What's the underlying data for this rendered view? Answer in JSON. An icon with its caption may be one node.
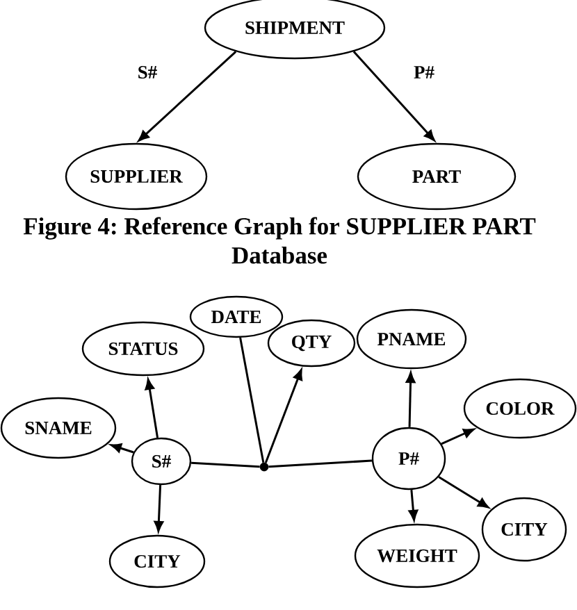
{
  "diagram": {
    "caption": "Figure 4: Reference Graph for SUPPLIER PART Database",
    "nodes": [
      {
        "text": [
          "SHIPMENT"
        ]
      },
      {
        "text": [
          "SUPPLIER"
        ]
      },
      {
        "text": [
          "PART"
        ]
      },
      {
        "text": [
          "STATUS"
        ]
      },
      {
        "text": [
          "DATE"
        ]
      },
      {
        "text": [
          "QTY"
        ]
      },
      {
        "text": [
          "PNAME"
        ]
      },
      {
        "text": [
          "SNAME"
        ]
      },
      {
        "text": [
          "COLOR"
        ]
      },
      {
        "text": [
          "S#"
        ]
      },
      {
        "text": [],
        "shape": "circle"
      },
      {
        "text": [
          "P#"
        ]
      },
      {
        "text": [
          "CITY"
        ]
      },
      {
        "text": [
          "CITY"
        ]
      },
      {
        "text": [
          "WEIGHT"
        ]
      }
    ],
    "edges": [
      {
        "from": 0,
        "to": 1,
        "arrow": "to",
        "label": "S#"
      },
      {
        "from": 0,
        "to": 2,
        "arrow": "to",
        "label": "P#"
      },
      {
        "from": 9,
        "to": 7,
        "arrow": "to"
      },
      {
        "from": 9,
        "to": 3,
        "arrow": "to"
      },
      {
        "from": 9,
        "to": 12,
        "arrow": "to"
      },
      {
        "from": 9,
        "to": 10,
        "arrow": "none"
      },
      {
        "from": 4,
        "to": 10,
        "arrow": "none"
      },
      {
        "from": 10,
        "to": 5,
        "arrow": "to"
      },
      {
        "from": 10,
        "to": 11,
        "arrow": "none"
      },
      {
        "from": 11,
        "to": 6,
        "arrow": "to"
      },
      {
        "from": 11,
        "to": 8,
        "arrow": "to"
      },
      {
        "from": 11,
        "to": 13,
        "arrow": "to"
      },
      {
        "from": 11,
        "to": 14,
        "arrow": "to"
      }
    ]
  }
}
